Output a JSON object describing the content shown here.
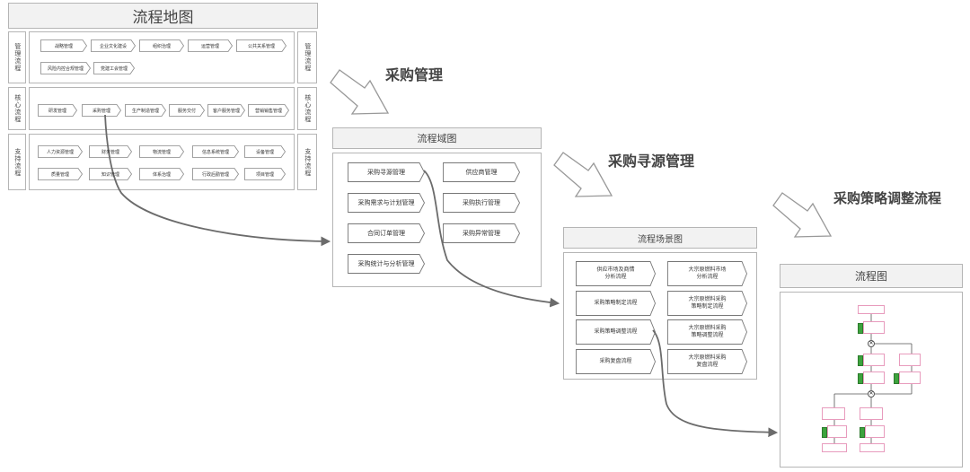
{
  "map": {
    "title": "流程地图",
    "rows": [
      {
        "side": "管理流程",
        "side_right": "管理流程",
        "items": [
          "战略管理",
          "企业文化建设",
          "组织治理",
          "运营管理",
          "公共关系管理",
          "风险内控合规管理",
          "党建工会管理"
        ]
      },
      {
        "side": "核心流程",
        "side_right": "核心流程",
        "items": [
          "研发管理",
          "采购管理",
          "生产制造管理",
          "服务交付",
          "客户服务管理",
          "营销销售管理"
        ]
      },
      {
        "side": "支持流程",
        "side_right": "支持流程",
        "items": [
          "人力资源管理",
          "财务管理",
          "物流管理",
          "信息系统管理",
          "设备管理",
          "质量管理",
          "知识管理",
          "体系治理",
          "行政后勤管理",
          "项目管理"
        ]
      }
    ]
  },
  "label_procurement": "采购管理",
  "domain": {
    "title": "流程域图",
    "items": [
      "采购寻源管理",
      "供应商管理",
      "采购需求与计划管理",
      "采购执行管理",
      "合同订单管理",
      "采购异常管理",
      "采购统计与分析管理"
    ]
  },
  "label_sourcing": "采购寻源管理",
  "scenario": {
    "title": "流程场景图",
    "items": [
      "供应市场及商情\n分析流程",
      "大宗原燃料市场\n分析流程",
      "采购策略制定流程",
      "大宗原燃料采购\n策略制定流程",
      "采购策略调整流程",
      "大宗原燃料采购\n策略调整流程",
      "采购复盘流程",
      "大宗原燃料采购\n复盘流程"
    ]
  },
  "label_strategy": "采购策略调整流程",
  "flowchart": {
    "title": "流程图",
    "gateway_symbol": "✕"
  },
  "colors": {
    "arrow": "#6b6b6b",
    "border": "#b5b5b5",
    "node_pink": "#e89bbd",
    "node_green": "#3da33d",
    "title_bg": "#f2f2f2"
  }
}
